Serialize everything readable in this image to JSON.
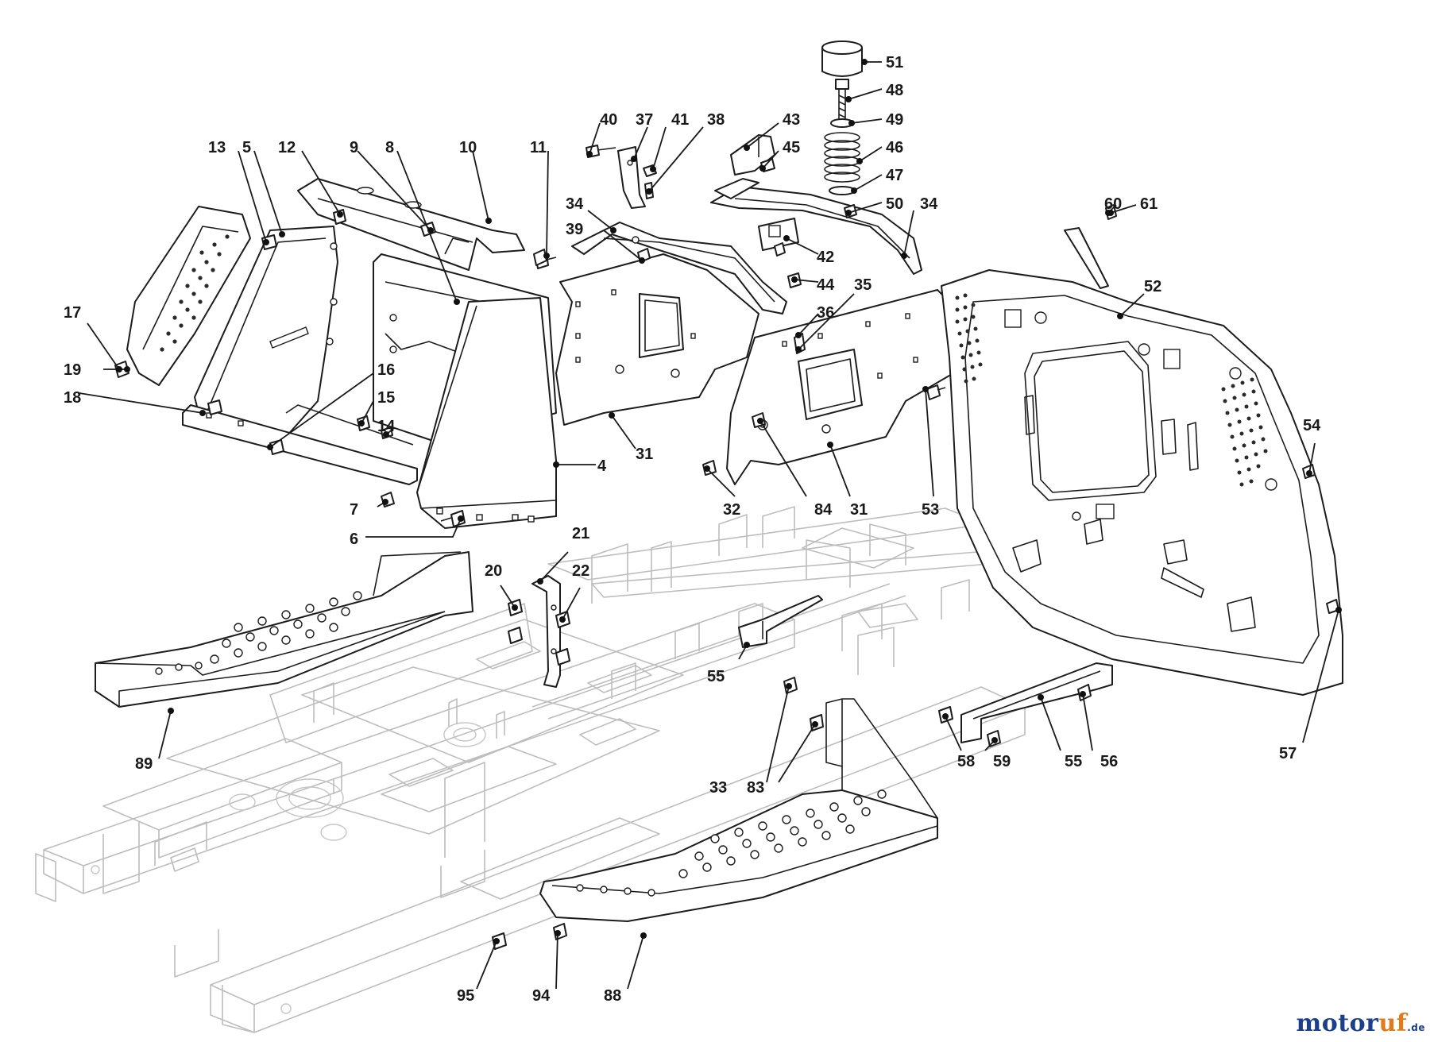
{
  "callouts": [
    {
      "label": "51"
    },
    {
      "label": "48"
    },
    {
      "label": "49"
    },
    {
      "label": "46"
    },
    {
      "label": "47"
    },
    {
      "label": "50"
    },
    {
      "label": "34"
    },
    {
      "label": "43"
    },
    {
      "label": "45"
    },
    {
      "label": "40"
    },
    {
      "label": "37"
    },
    {
      "label": "41"
    },
    {
      "label": "38"
    },
    {
      "label": "13"
    },
    {
      "label": "5"
    },
    {
      "label": "12"
    },
    {
      "label": "9"
    },
    {
      "label": "8"
    },
    {
      "label": "10"
    },
    {
      "label": "11"
    },
    {
      "label": "34"
    },
    {
      "label": "39"
    },
    {
      "label": "42"
    },
    {
      "label": "44"
    },
    {
      "label": "36"
    },
    {
      "label": "35"
    },
    {
      "label": "60"
    },
    {
      "label": "61"
    },
    {
      "label": "52"
    },
    {
      "label": "17"
    },
    {
      "label": "19"
    },
    {
      "label": "16"
    },
    {
      "label": "15"
    },
    {
      "label": "18"
    },
    {
      "label": "14"
    },
    {
      "label": "4"
    },
    {
      "label": "31"
    },
    {
      "label": "7"
    },
    {
      "label": "6"
    },
    {
      "label": "32"
    },
    {
      "label": "84"
    },
    {
      "label": "31"
    },
    {
      "label": "53"
    },
    {
      "label": "54"
    },
    {
      "label": "21"
    },
    {
      "label": "20"
    },
    {
      "label": "22"
    },
    {
      "label": "55"
    },
    {
      "label": "89"
    },
    {
      "label": "33"
    },
    {
      "label": "83"
    },
    {
      "label": "58"
    },
    {
      "label": "59"
    },
    {
      "label": "55"
    },
    {
      "label": "56"
    },
    {
      "label": "57"
    },
    {
      "label": "95"
    },
    {
      "label": "94"
    },
    {
      "label": "88"
    }
  ],
  "brand": {
    "main": "motor",
    "accent": "uf",
    "suffix": ".de"
  },
  "colors": {
    "line": "#1c1c1c",
    "ghost": "#bdbdbd",
    "brand_blue": "#1c3f8c",
    "brand_orange": "#e07a1a"
  }
}
